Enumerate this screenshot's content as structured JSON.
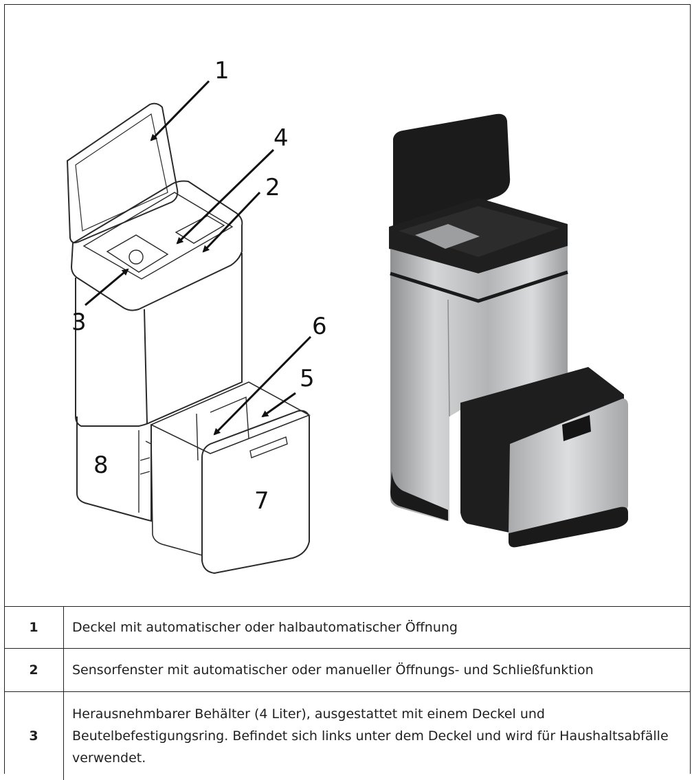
{
  "figure": {
    "callouts": [
      "1",
      "2",
      "3",
      "4",
      "5",
      "6",
      "7",
      "8"
    ],
    "colors": {
      "steel": "#b9bbbc",
      "black_lid": "#1b1b1c",
      "line": "#2a2a2a"
    }
  },
  "legend": {
    "rows": [
      {
        "num": "1",
        "text": "Deckel mit automatischer oder halbautomatischer Öffnung"
      },
      {
        "num": "2",
        "text": "Sensorfenster mit automatischer oder manueller Öffnungs- und Schließfunktion"
      },
      {
        "num": "3",
        "text": "Herausnehmbarer Behälter (4 Liter), ausgestattet mit einem Deckel und Beutelbefestigungsring. Befindet sich links unter dem Deckel und wird für Haushaltsabfälle verwendet."
      }
    ]
  }
}
